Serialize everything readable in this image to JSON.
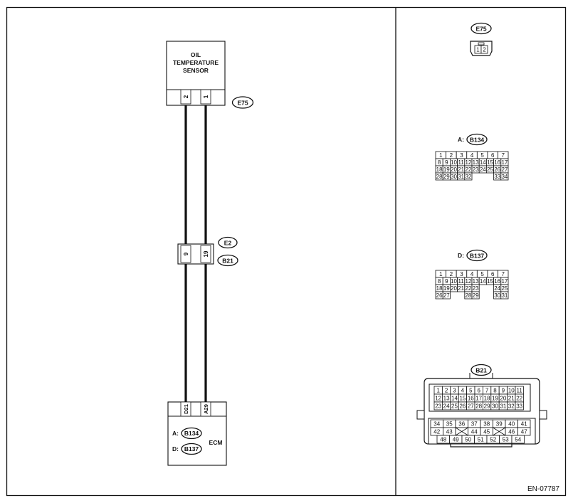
{
  "left": {
    "sensor": {
      "line1": "OIL",
      "line2": "TEMPERATURE",
      "line3": "SENSOR",
      "connector": "E75",
      "pins": [
        "2",
        "1"
      ]
    },
    "joint": {
      "pins": [
        "9",
        "19"
      ],
      "connector_top": "E2",
      "connector_bottom": "B21"
    },
    "ecm": {
      "label": "ECM",
      "pins": [
        "D21",
        "A29"
      ],
      "a_label": "A:",
      "a_conn": "B134",
      "d_label": "D:",
      "d_conn": "B137"
    }
  },
  "right": {
    "e75": {
      "title": "E75",
      "pins": [
        "1",
        "2"
      ]
    },
    "b134": {
      "prefix": "A:",
      "title": "B134",
      "rows": [
        [
          "1",
          "2",
          "3",
          "4",
          "5",
          "6",
          "7"
        ],
        [
          "8",
          "9",
          "10",
          "11",
          "12",
          "13",
          "14",
          "15",
          "16",
          "17"
        ],
        [
          "18",
          "19",
          "20",
          "21",
          "22",
          "23",
          "24",
          "25",
          "26",
          "27"
        ],
        [
          "28",
          "29",
          "30",
          "31",
          "32",
          "33",
          "34"
        ]
      ]
    },
    "b137": {
      "prefix": "D:",
      "title": "B137",
      "rows": [
        [
          "1",
          "2",
          "3",
          "4",
          "5",
          "6",
          "7"
        ],
        [
          "8",
          "9",
          "10",
          "11",
          "12",
          "13",
          "14",
          "15",
          "16",
          "17"
        ],
        [
          "18",
          "19",
          "20",
          "21",
          "22",
          "23",
          "24",
          "25"
        ],
        [
          "26",
          "27",
          "28",
          "29",
          "30",
          "31"
        ]
      ]
    },
    "b21": {
      "title": "B21",
      "rows": [
        [
          "1",
          "2",
          "3",
          "4",
          "5",
          "6",
          "7",
          "8",
          "9",
          "10",
          "11"
        ],
        [
          "12",
          "13",
          "14",
          "15",
          "16",
          "17",
          "18",
          "19",
          "20",
          "21",
          "22"
        ],
        [
          "23",
          "24",
          "25",
          "26",
          "27",
          "28",
          "29",
          "30",
          "31",
          "32",
          "33"
        ],
        [
          "34",
          "35",
          "36",
          "37",
          "38",
          "39",
          "40",
          "41"
        ],
        [
          "42",
          "43",
          "44",
          "45",
          "46",
          "47"
        ],
        [
          "48",
          "49",
          "50",
          "51",
          "52",
          "53",
          "54"
        ]
      ]
    }
  },
  "footer": {
    "code": "EN-07787"
  }
}
